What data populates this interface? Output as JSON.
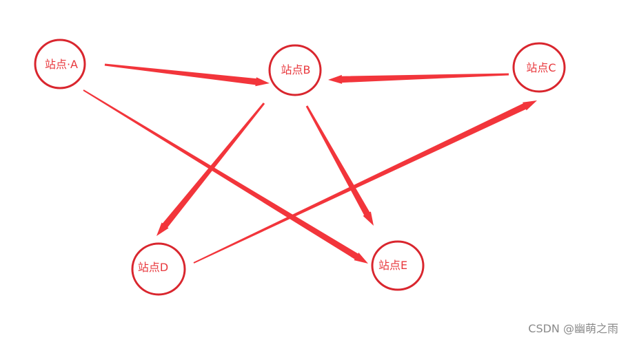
{
  "colors": {
    "node_stroke": "#d9262e",
    "label": "#e8383d",
    "arrow": "#f2353b",
    "watermark": "#8a8a8a"
  },
  "nodes": [
    {
      "id": "A",
      "label": "站点·A"
    },
    {
      "id": "B",
      "label": "站点B"
    },
    {
      "id": "C",
      "label": "站点C"
    },
    {
      "id": "D",
      "label": "站点D"
    },
    {
      "id": "E",
      "label": "站点E"
    }
  ],
  "edges": [
    {
      "from": "A",
      "to": "B"
    },
    {
      "from": "C",
      "to": "B"
    },
    {
      "from": "B",
      "to": "D"
    },
    {
      "from": "B",
      "to": "E"
    },
    {
      "from": "A",
      "to": "E"
    },
    {
      "from": "D",
      "to": "C"
    }
  ],
  "watermark": "CSDN @幽萌之雨"
}
